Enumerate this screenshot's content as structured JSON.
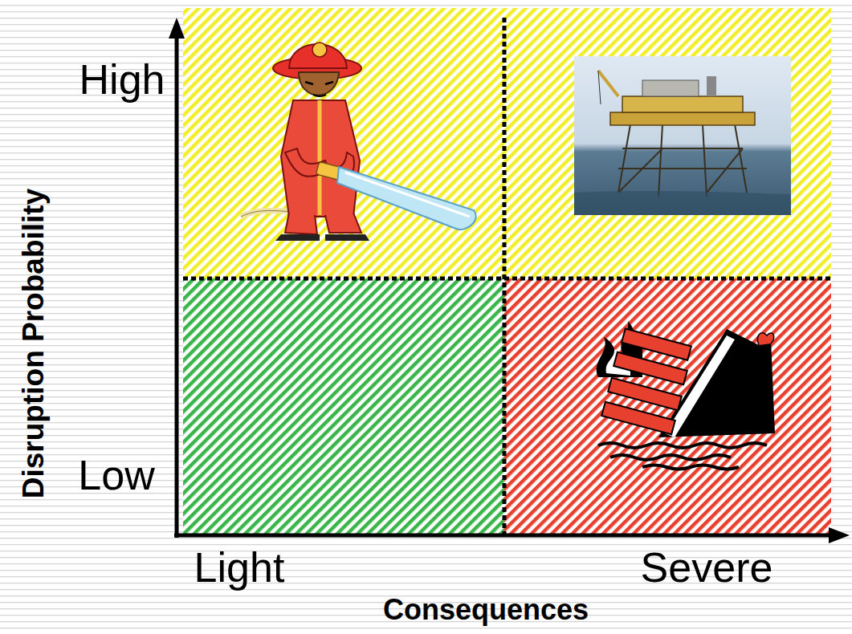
{
  "diagram": {
    "labels": [
      "High",
      "Low",
      "Disruption Probability",
      "Light",
      "Severe",
      "Consequences"
    ]
  }
}
